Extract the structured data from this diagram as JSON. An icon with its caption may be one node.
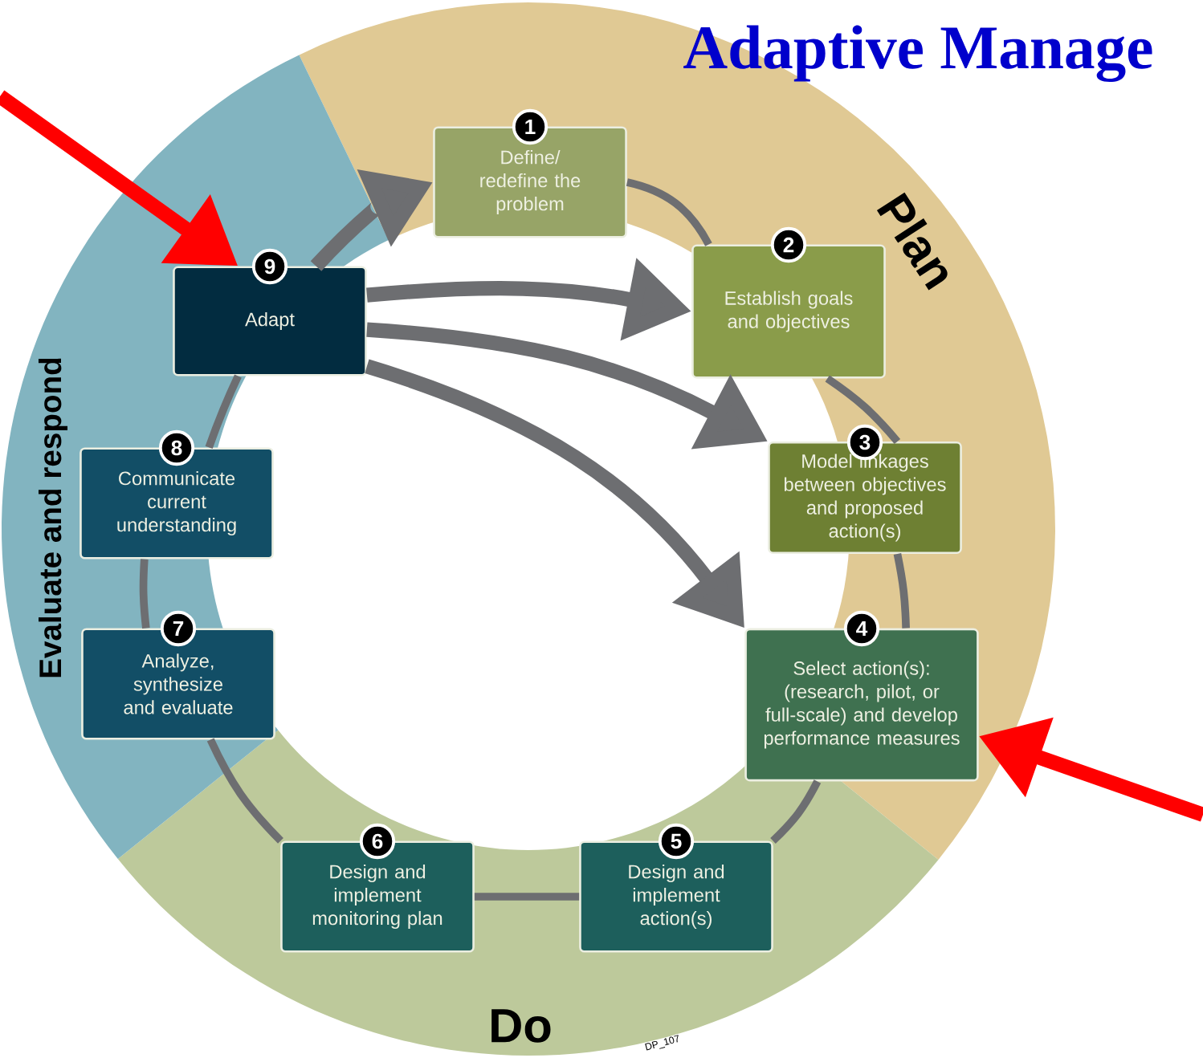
{
  "diagram": {
    "title": "Adaptive Manage",
    "nodes": [
      {
        "text": [
          "1",
          "Define/ redefine the problem"
        ]
      },
      {
        "text": [
          "2",
          "Establish goals and objectives"
        ]
      },
      {
        "text": [
          "3",
          "Model linkages between objectives and proposed action(s)"
        ]
      },
      {
        "text": [
          "4",
          "Select action(s): (research, pilot, or full-scale) and develop performance measures"
        ]
      },
      {
        "text": [
          "5",
          "Design and implement action(s)"
        ]
      },
      {
        "text": [
          "6",
          "Design and implement monitoring plan"
        ]
      },
      {
        "text": [
          "7",
          "Analyze, synthesize and evaluate"
        ]
      },
      {
        "text": [
          "8",
          "Communicate current understanding"
        ]
      },
      {
        "text": [
          "9",
          "Adapt"
        ]
      }
    ],
    "edges": [
      {
        "from": 0,
        "to": 1,
        "arrow": "none"
      },
      {
        "from": 1,
        "to": 2,
        "arrow": "none"
      },
      {
        "from": 2,
        "to": 3,
        "arrow": "none"
      },
      {
        "from": 3,
        "to": 4,
        "arrow": "none"
      },
      {
        "from": 4,
        "to": 5,
        "arrow": "none"
      },
      {
        "from": 5,
        "to": 6,
        "arrow": "none"
      },
      {
        "from": 6,
        "to": 7,
        "arrow": "none"
      },
      {
        "from": 7,
        "to": 8,
        "arrow": "none"
      },
      {
        "from": 8,
        "to": 0,
        "arrow": "to",
        "style": "thick"
      },
      {
        "from": 8,
        "to": 1,
        "arrow": "to",
        "style": "thick"
      },
      {
        "from": 8,
        "to": 2,
        "arrow": "to",
        "style": "thick"
      },
      {
        "from": 8,
        "to": 3,
        "arrow": "to",
        "style": "thick"
      },
      {
        "from": null,
        "to": 8,
        "arrow": "to",
        "style": "thick",
        "color": "#ff0000"
      },
      {
        "from": null,
        "to": 3,
        "arrow": "to",
        "style": "thick",
        "color": "#ff0000"
      }
    ],
    "labels": [
      "Plan",
      "Evaluate and respond",
      "Do",
      "DP_107"
    ]
  }
}
